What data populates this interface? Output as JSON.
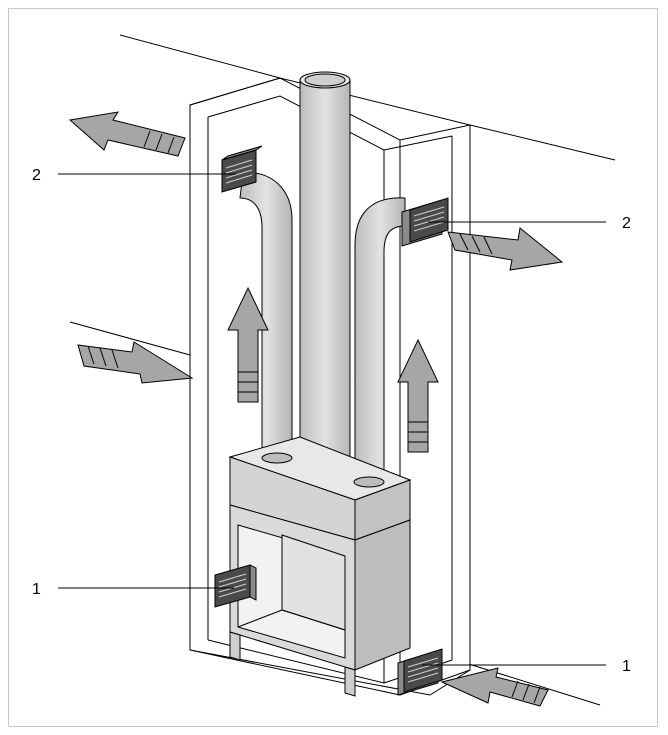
{
  "labels": {
    "exhaust_left": "2",
    "exhaust_right": "2",
    "intake_left": "1",
    "intake_right": "1"
  },
  "colors": {
    "fill_light": "#d6d6d6",
    "fill_mid": "#a6a6a6",
    "grille": "#4a4a4a",
    "stroke": "#000000"
  },
  "icons": [
    "intake-grille-icon",
    "exhaust-grille-icon",
    "airflow-arrow-icon"
  ]
}
